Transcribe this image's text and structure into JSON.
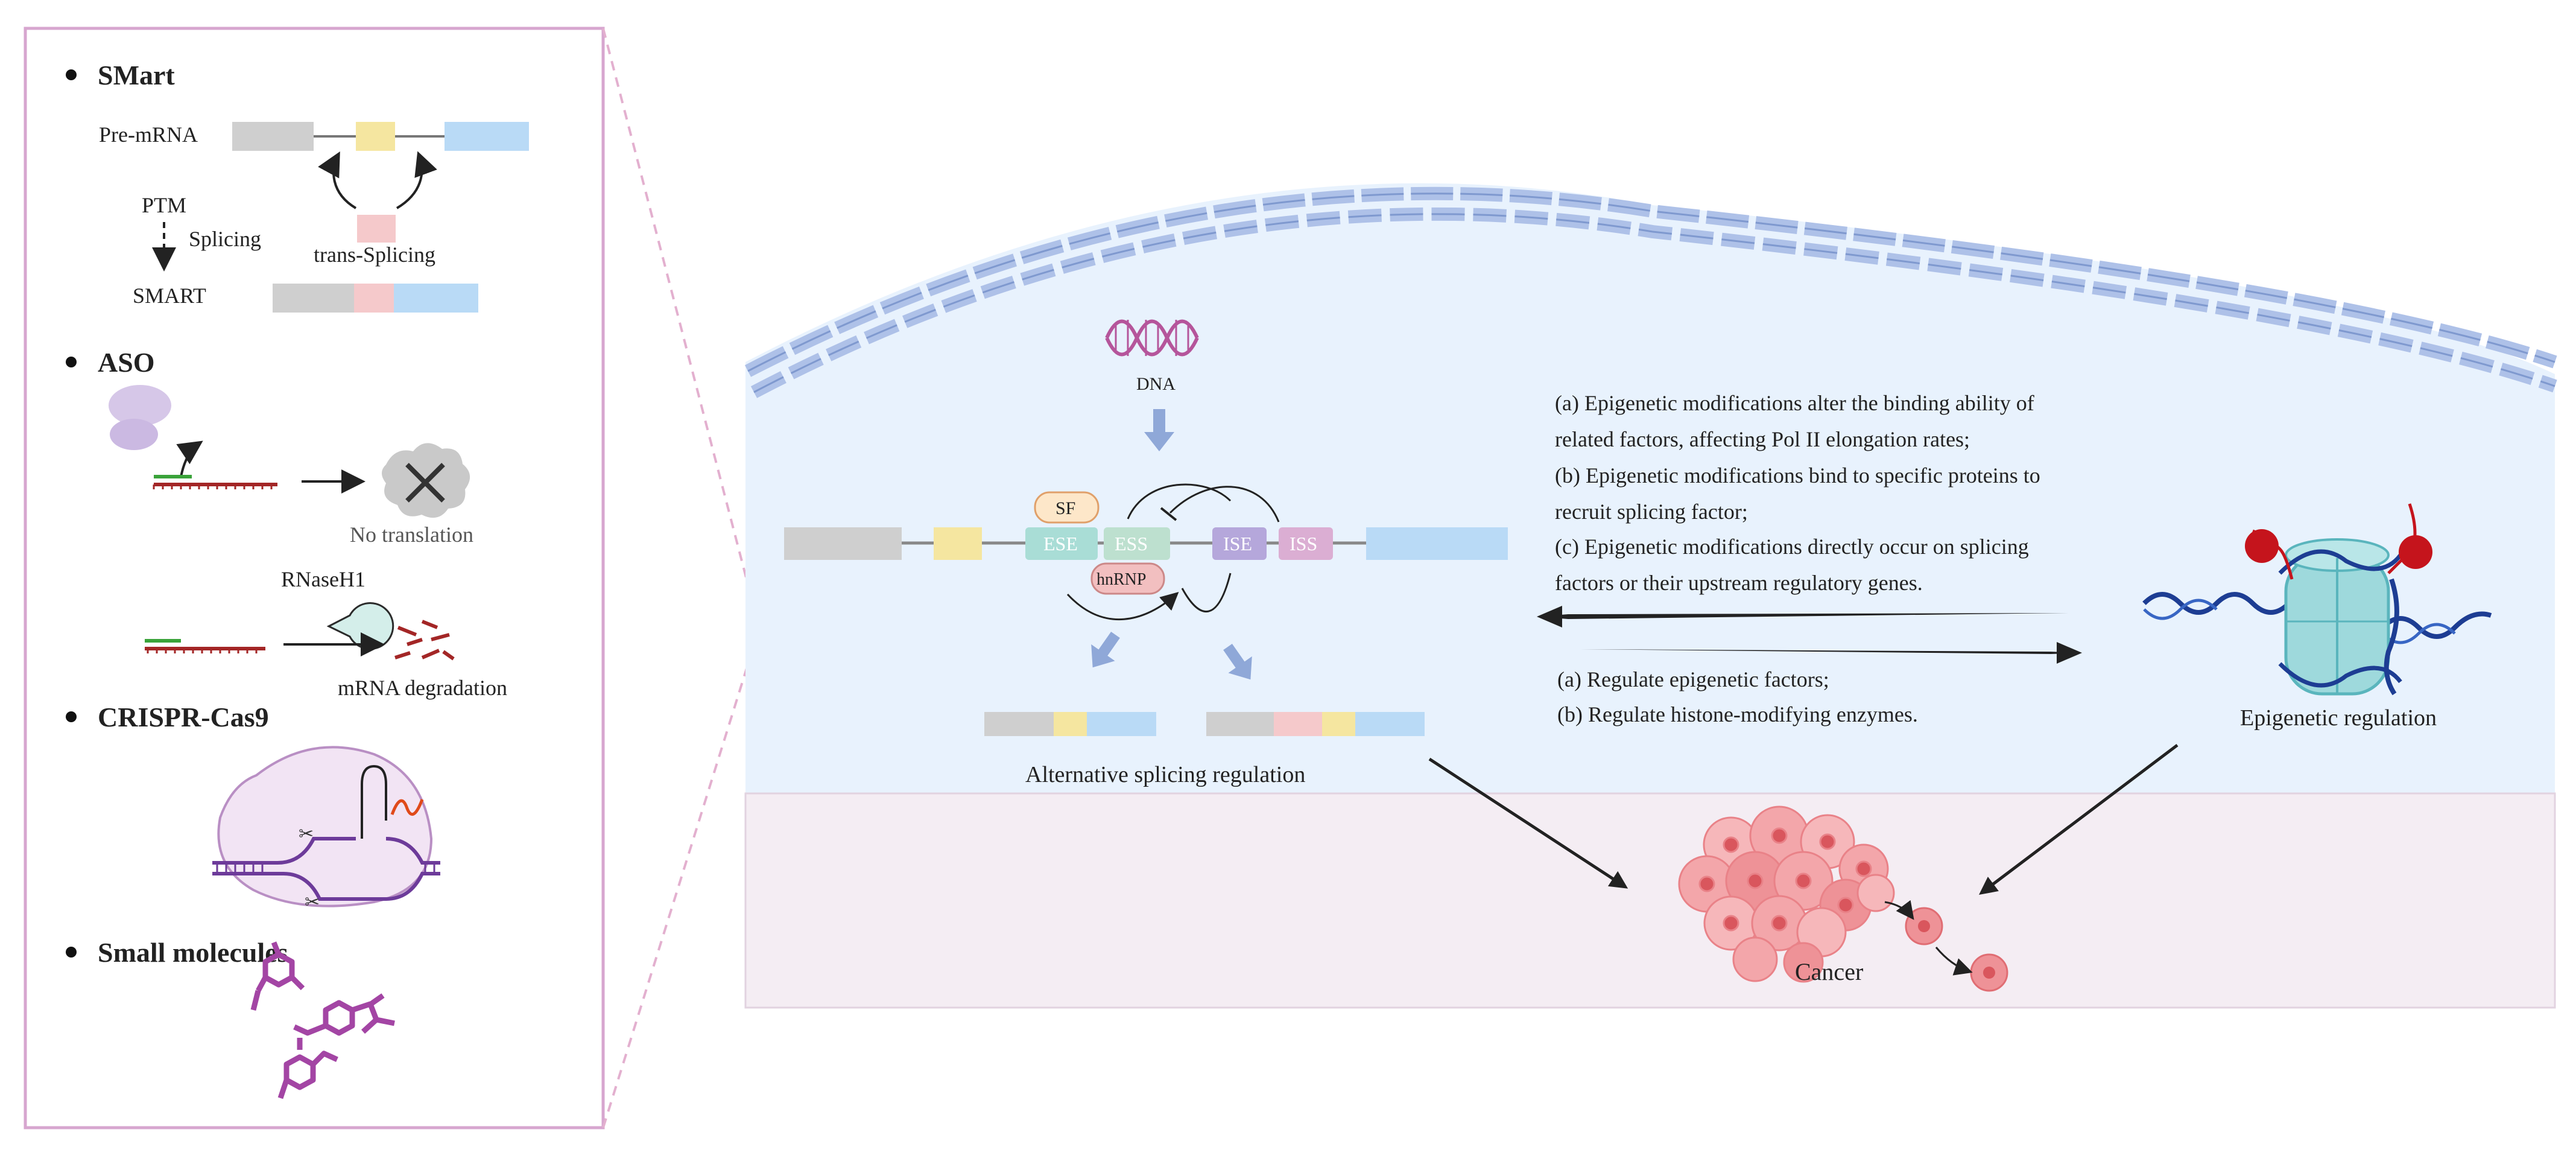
{
  "colors": {
    "panel_border": "#d7a6cf",
    "nucleus_fill": "#e8f2fd",
    "cytoplasm_fill": "#f4edf3",
    "grey_exon": "#cfcfcf",
    "yellow_exon": "#f5e6a0",
    "blue_exon": "#b9daf6",
    "pink_exon": "#f5c9cb",
    "ese": "#a9ddd6",
    "ess": "#bde0cf",
    "ise": "#b5a7db",
    "iss": "#dbaed3",
    "arrow_blue": "#8fa8d8",
    "cancer": "#e97a7f",
    "dna_purple": "#b5559b",
    "molecule_purple": "#a345a4",
    "nucleosome": "#9ed9dc",
    "histone_tail": "#c5141c"
  },
  "left_panel": {
    "smart": {
      "title": "SMart",
      "pre_mrna_label": "Pre-mRNA",
      "ptm_label": "PTM",
      "splicing_label": "Splicing",
      "trans_splicing_label": "trans-Splicing",
      "smart_label": "SMART"
    },
    "aso": {
      "title": "ASO",
      "no_translation_label": "No translation",
      "rnaseh1_label": "RNaseH1",
      "mrna_degradation_label": "mRNA degradation"
    },
    "crispr": {
      "title": "CRISPR-Cas9"
    },
    "small_molecules": {
      "title": "Small molecules"
    }
  },
  "main": {
    "dna_label": "DNA",
    "exons": {
      "sf": "SF",
      "ese": "ESE",
      "ess": "ESS",
      "ise": "ISE",
      "iss": "ISS",
      "hnrnp": "hnRNP"
    },
    "alt_splicing_label": "Alternative splicing regulation",
    "epigenetic_label": "Epigenetic regulation",
    "cancer_label": "Cancer",
    "forward_effects": [
      "(a) Epigenetic modifications alter the binding ability of",
      "related factors, affecting Pol II elongation rates;",
      "(b) Epigenetic modifications bind to specific proteins to",
      "recruit splicing factor;",
      "(c) Epigenetic modifications directly occur on splicing",
      "factors or their upstream regulatory genes."
    ],
    "reverse_effects": [
      "(a) Regulate epigenetic factors;",
      "(b) Regulate histone-modifying enzymes."
    ]
  }
}
